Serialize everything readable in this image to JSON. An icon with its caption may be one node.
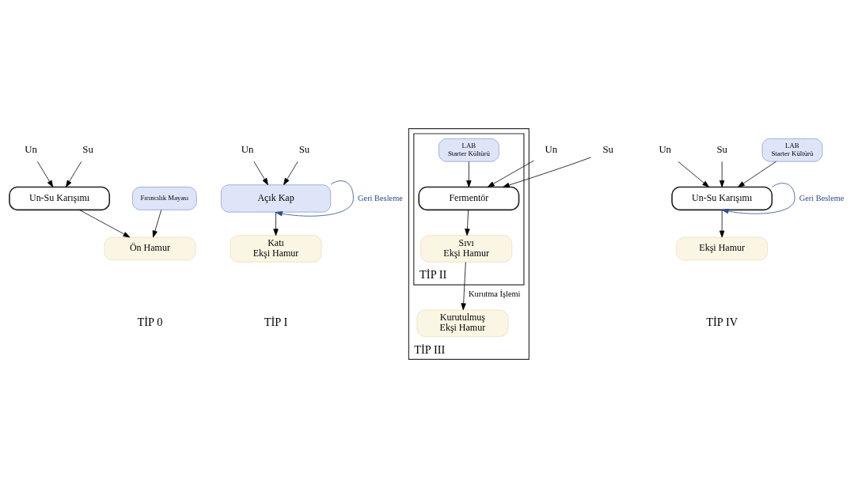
{
  "diagram": {
    "nodes": [
      {
        "text": [
          "Un"
        ]
      },
      {
        "text": [
          "Su"
        ]
      },
      {
        "text": [
          "Un-Su Karışımı"
        ]
      },
      {
        "text": [
          "Fırıncılık Mayası"
        ]
      },
      {
        "text": [
          "Ön Hamur"
        ]
      },
      {
        "text": [
          "Un"
        ]
      },
      {
        "text": [
          "Su"
        ]
      },
      {
        "text": [
          "Açık Kap"
        ]
      },
      {
        "text": [
          "Katı Ekşi Hamur"
        ]
      },
      {
        "text": [
          "TİP III"
        ]
      },
      {
        "text": [
          "TİP II"
        ],
        "in": 9
      },
      {
        "text": [
          "Un"
        ]
      },
      {
        "text": [
          "Su"
        ]
      },
      {
        "text": [
          "Fermentör"
        ],
        "in": 10
      },
      {
        "text": [
          "LAB Starter Kültürü"
        ],
        "in": 10
      },
      {
        "text": [
          "Sıvı Ekşi Hamur"
        ],
        "in": 10
      },
      {
        "text": [
          "Kurutulmuş Ekşi Hamur"
        ],
        "in": 9
      },
      {
        "text": [
          "Un"
        ]
      },
      {
        "text": [
          "Su"
        ]
      },
      {
        "text": [
          "Un-Su Karışımı"
        ]
      },
      {
        "text": [
          "LAB Starter Kültürü"
        ]
      },
      {
        "text": [
          "Ekşi Hamur"
        ]
      }
    ],
    "edges": [
      {
        "from": 0,
        "to": 2,
        "arrow": "to"
      },
      {
        "from": 1,
        "to": 2,
        "arrow": "to"
      },
      {
        "from": 2,
        "to": 4,
        "arrow": "to"
      },
      {
        "from": 3,
        "to": 4,
        "arrow": "to"
      },
      {
        "from": 5,
        "to": 7,
        "arrow": "to"
      },
      {
        "from": 6,
        "to": 7,
        "arrow": "to"
      },
      {
        "from": 7,
        "to": 8,
        "arrow": "to"
      },
      {
        "from": 7,
        "to": 7,
        "arrow": "to",
        "label": "Geri Besleme",
        "color": "#2b4c8c"
      },
      {
        "from": 11,
        "to": 13,
        "arrow": "to"
      },
      {
        "from": 12,
        "to": 13,
        "arrow": "to"
      },
      {
        "from": 14,
        "to": 13,
        "arrow": "to"
      },
      {
        "from": 13,
        "to": 15,
        "arrow": "to"
      },
      {
        "from": 15,
        "to": 16,
        "arrow": "to",
        "label": "Kurutma İşlemi"
      },
      {
        "from": 17,
        "to": 19,
        "arrow": "to"
      },
      {
        "from": 18,
        "to": 19,
        "arrow": "to"
      },
      {
        "from": 20,
        "to": 19,
        "arrow": "to"
      },
      {
        "from": 19,
        "to": 21,
        "arrow": "to"
      },
      {
        "from": 19,
        "to": 19,
        "arrow": "to",
        "label": "Geri Besleme",
        "color": "#2b4c8c"
      }
    ],
    "labels": [
      "TİP 0",
      "TİP I",
      "TİP IV"
    ]
  }
}
